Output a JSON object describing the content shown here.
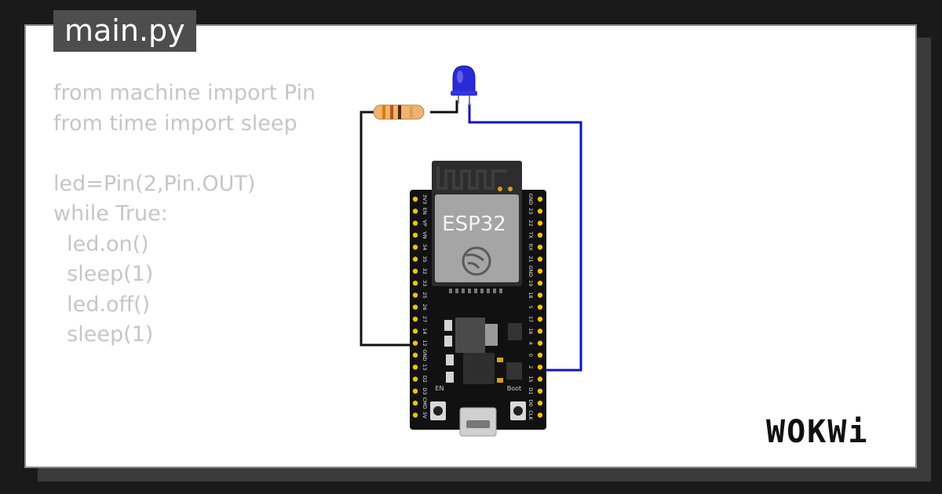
{
  "tab": {
    "label": "main.py"
  },
  "code": {
    "lines": [
      "from machine import Pin",
      "from time import sleep",
      "",
      "led=Pin(2,Pin.OUT)",
      "while True:",
      "  led.on()",
      "  sleep(1)",
      "  led.off()",
      "  sleep(1)"
    ]
  },
  "board": {
    "chip_label": "ESP32",
    "en_label": "EN",
    "boot_label": "Boot",
    "left_pins": [
      "3V3",
      "EN",
      "VP",
      "VN",
      "34",
      "35",
      "32",
      "33",
      "25",
      "26",
      "27",
      "14",
      "12",
      "GND",
      "13",
      "D2",
      "D3",
      "CMD",
      "5V"
    ],
    "right_pins": [
      "GND",
      "23",
      "22",
      "TX",
      "RX",
      "21",
      "GND",
      "19",
      "18",
      "5",
      "17",
      "16",
      "4",
      "0",
      "2",
      "15",
      "D1",
      "D0",
      "CLK"
    ]
  },
  "colors": {
    "led": "#2a2ad6",
    "wire_blue": "#1010d0",
    "wire_black": "#111111",
    "pin": "#f2c300",
    "code": "#c6c6c6"
  },
  "brand": {
    "logo": "WOKWi"
  }
}
